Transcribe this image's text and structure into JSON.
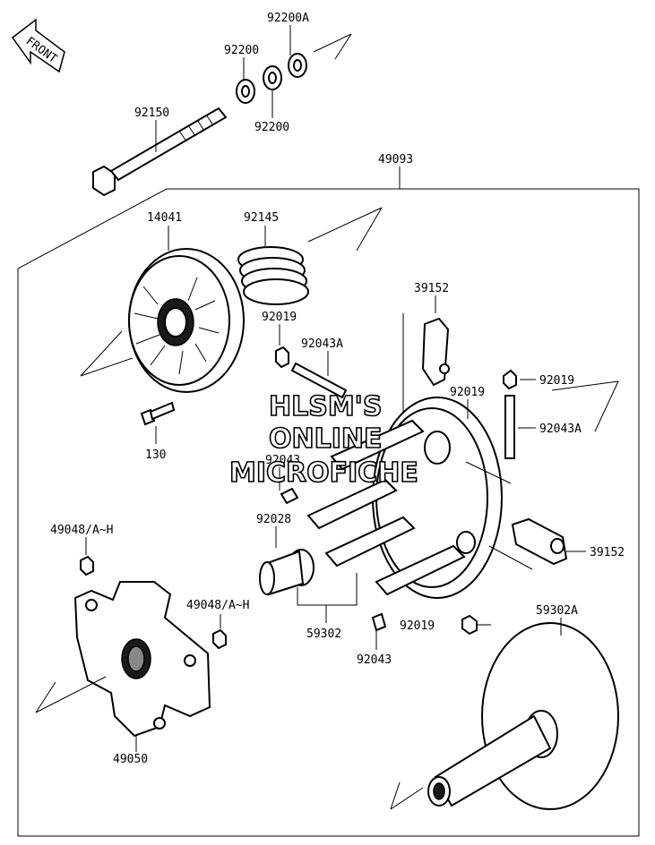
{
  "watermark": {
    "line1": "HLSM'S",
    "line2": "ONLINE",
    "line3": "MICROFICHE"
  },
  "front_badge": "FRONT",
  "parts": {
    "p92200A": "92200A",
    "p92200_top": "92200",
    "p92200_bottom": "92200",
    "p92150": "92150",
    "p49093": "49093",
    "p14041": "14041",
    "p92145": "92145",
    "p39152_top": "39152",
    "p92019_a": "92019",
    "p92043A_left": "92043A",
    "p92019_b": "92019",
    "p92019_c": "92019",
    "p92043A_right": "92043A",
    "p130": "130",
    "p92043_top": "92043",
    "p92028": "92028",
    "p39152_right": "39152",
    "p49048_left": "49048/A~H",
    "p49048_right": "49048/A~H",
    "p59302": "59302",
    "p92019_d": "92019",
    "p59302A": "59302A",
    "p92043_bottom": "92043",
    "p49050": "49050"
  }
}
